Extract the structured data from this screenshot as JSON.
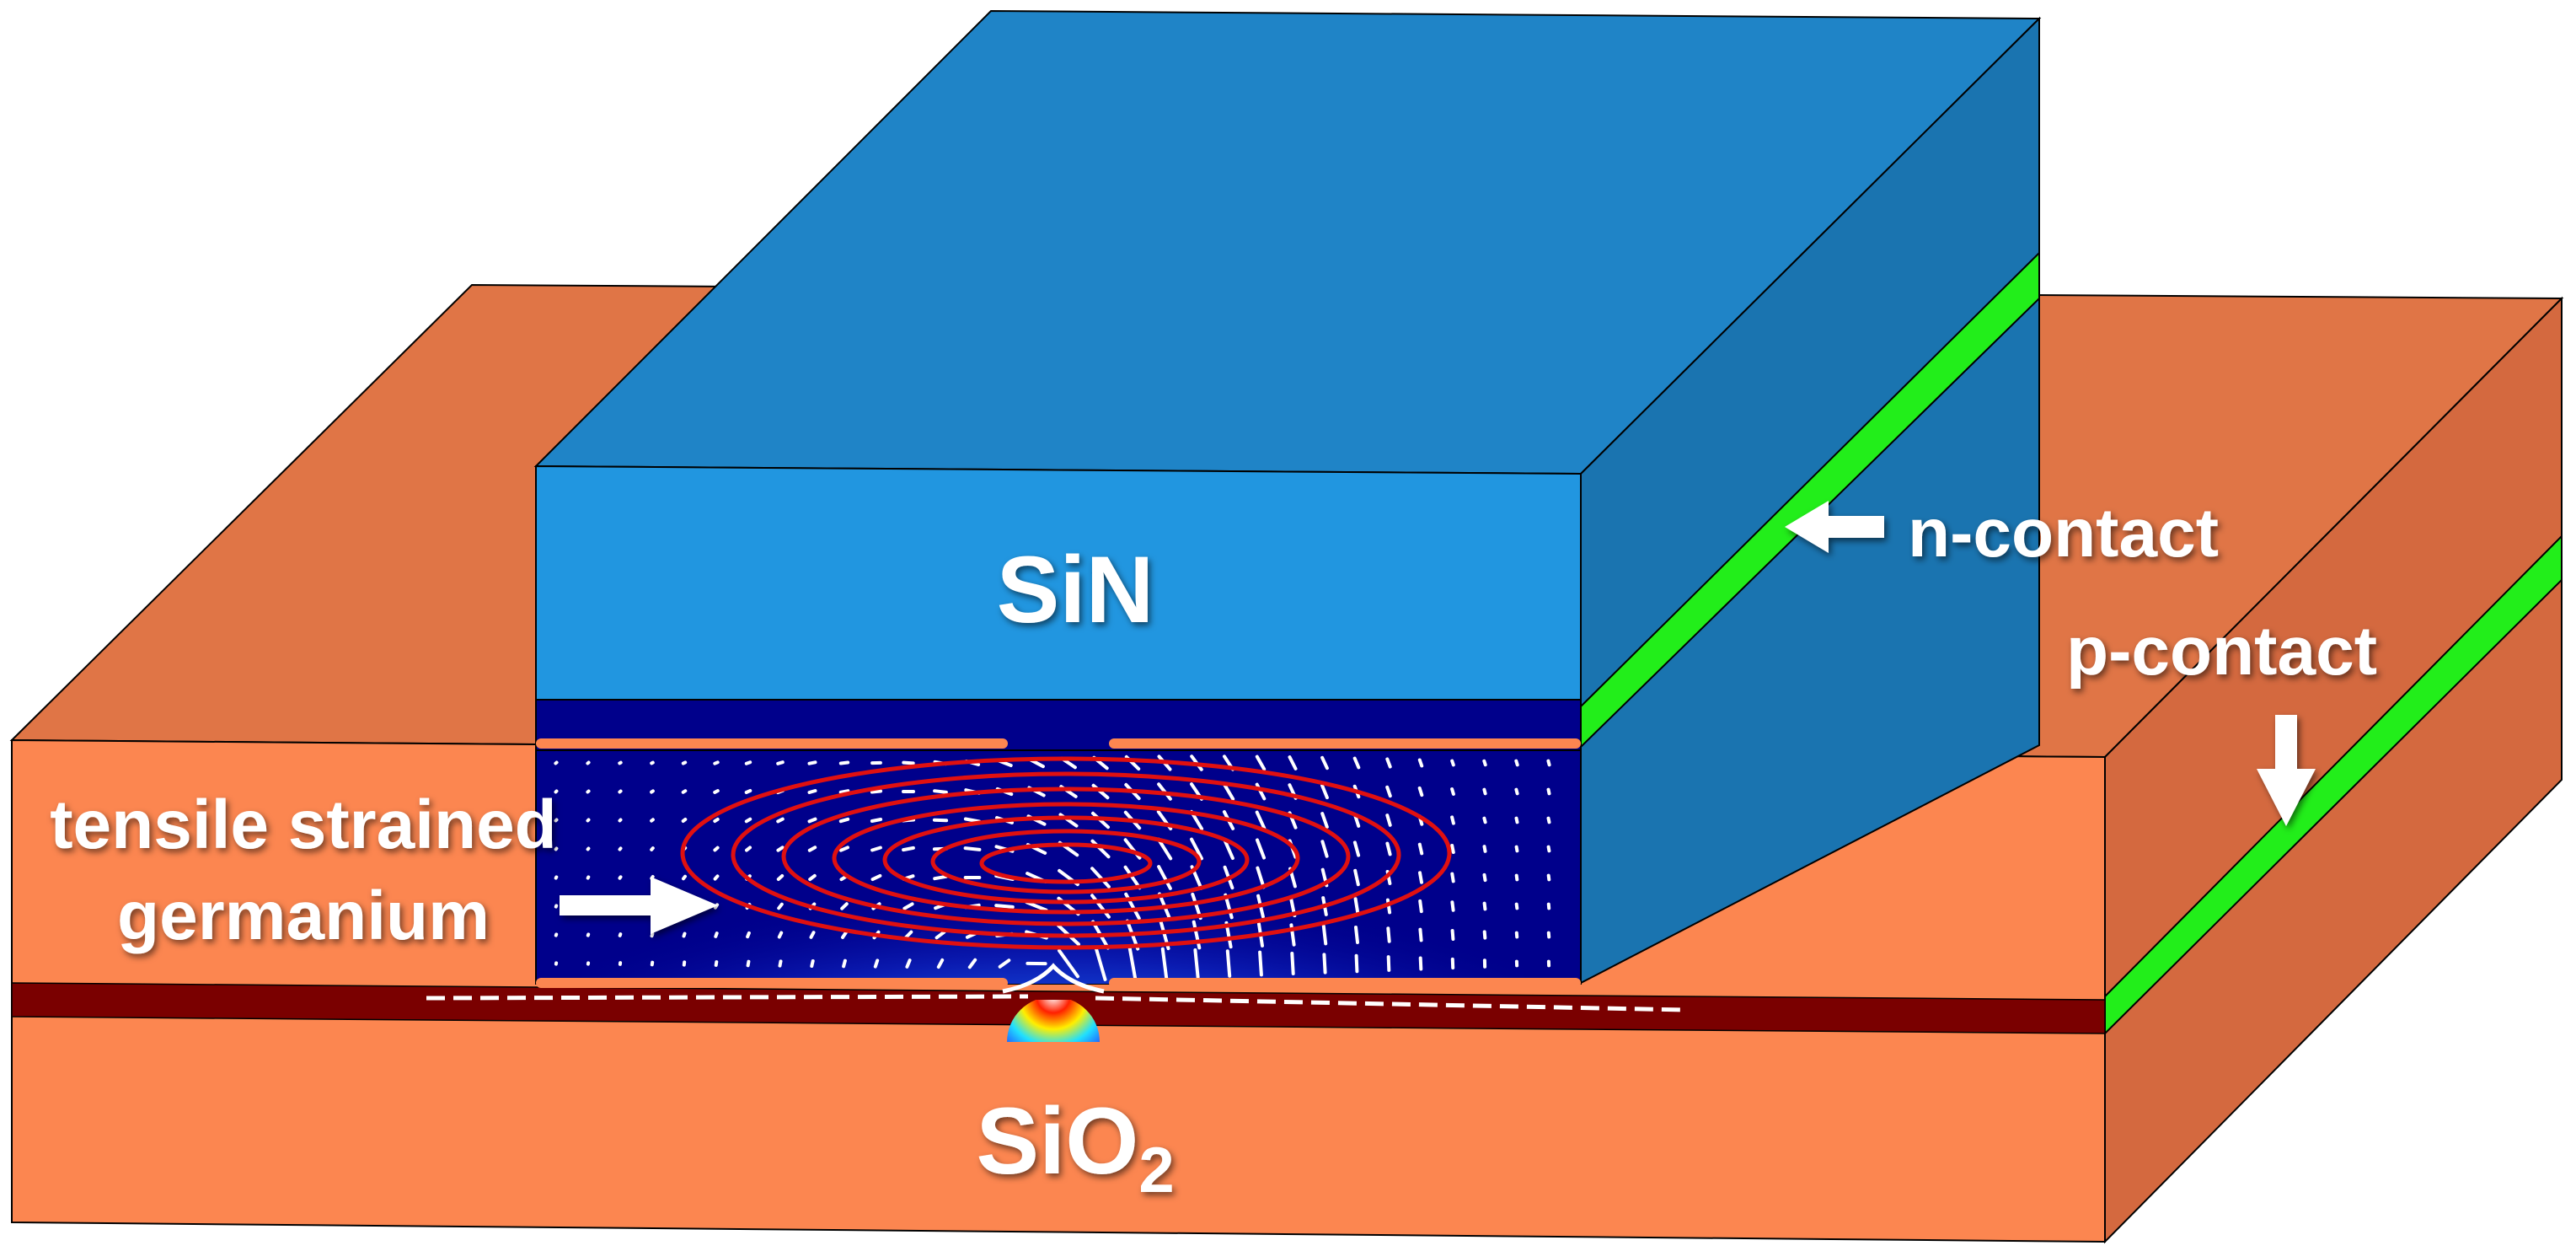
{
  "labels": {
    "sin": "SiN",
    "sio2_base": "SiO",
    "sio2_sub": "2",
    "n_contact": "n-contact",
    "p_contact": "p-contact",
    "germanium_line1": "tensile strained",
    "germanium_line2": "germanium"
  },
  "icons": [
    "arrow-left-icon",
    "arrow-down-icon",
    "arrow-right-icon"
  ],
  "colors": {
    "background": "#ffffff",
    "oxide_front": "#fc8650",
    "oxide_top": "#e07546",
    "oxide_side": "#d4693f",
    "sin_front": "#2196e0",
    "sin_top": "#1f84c7",
    "sin_side": "#1a74b0",
    "contact_green": "#22ee1a",
    "dark_layer": "#7a0000",
    "field_dark_blue": "#00008b",
    "field_contour_red": "#e01010",
    "label_text": "#ffffff"
  }
}
